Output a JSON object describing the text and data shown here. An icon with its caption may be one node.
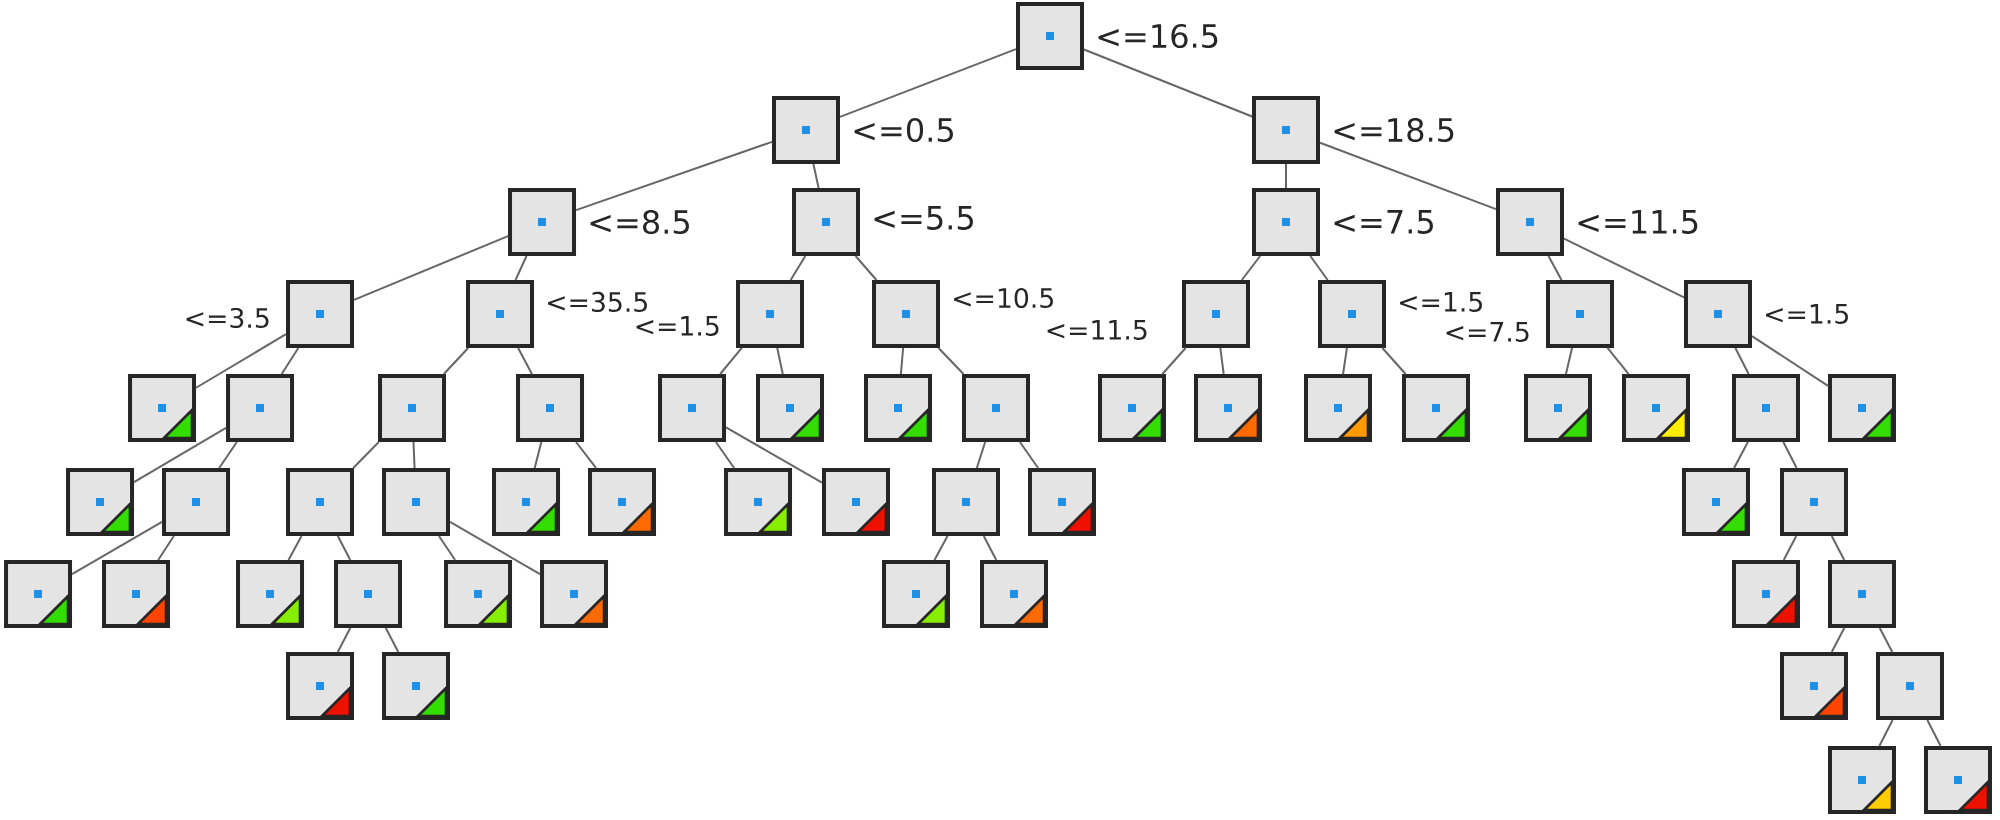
{
  "diagram": {
    "nodes": [
      {
        "text": [],
        "shape": "box",
        "beside": [
          "<=16.5"
        ]
      },
      {
        "text": [],
        "shape": "box",
        "beside": [
          "<=0.5"
        ]
      },
      {
        "text": [],
        "shape": "box",
        "beside": [
          "<=18.5"
        ]
      },
      {
        "text": [],
        "shape": "box",
        "beside": [
          "<=8.5"
        ]
      },
      {
        "text": [],
        "shape": "box",
        "beside": [
          "<=5.5"
        ]
      },
      {
        "text": [],
        "shape": "box",
        "beside": [
          "<=7.5"
        ]
      },
      {
        "text": [],
        "shape": "box",
        "beside": [
          "<=11.5"
        ]
      },
      {
        "text": [],
        "shape": "box",
        "beside": [
          "<=3.5"
        ]
      },
      {
        "text": [],
        "shape": "box",
        "beside": [
          "<=35.5"
        ]
      },
      {
        "text": [],
        "shape": "box",
        "beside": [
          "<=1.5"
        ]
      },
      {
        "text": [],
        "shape": "box",
        "beside": [
          "<=10.5"
        ]
      },
      {
        "text": [],
        "shape": "box",
        "beside": [
          "<=11.5"
        ]
      },
      {
        "text": [],
        "shape": "box",
        "beside": [
          "<=1.5"
        ]
      },
      {
        "text": [],
        "shape": "box",
        "beside": [
          "<=7.5"
        ]
      },
      {
        "text": [],
        "shape": "box",
        "beside": [
          "<=1.5"
        ]
      },
      {
        "text": [],
        "shape": "box"
      },
      {
        "text": [],
        "shape": "box"
      },
      {
        "text": [],
        "shape": "box"
      },
      {
        "text": [],
        "shape": "box"
      },
      {
        "text": [],
        "shape": "box"
      },
      {
        "text": [],
        "shape": "box"
      },
      {
        "text": [],
        "shape": "box"
      },
      {
        "text": [],
        "shape": "box"
      },
      {
        "text": [],
        "shape": "box"
      },
      {
        "text": [],
        "shape": "box"
      },
      {
        "text": [],
        "shape": "box"
      },
      {
        "text": [],
        "shape": "box"
      },
      {
        "text": [],
        "shape": "box"
      },
      {
        "text": [],
        "shape": "box"
      },
      {
        "text": [],
        "shape": "box"
      },
      {
        "text": [],
        "shape": "box"
      },
      {
        "text": [],
        "shape": "box"
      },
      {
        "text": [],
        "shape": "box"
      },
      {
        "text": [],
        "shape": "box"
      },
      {
        "text": [],
        "shape": "box"
      },
      {
        "text": [],
        "shape": "box"
      },
      {
        "text": [],
        "shape": "box"
      },
      {
        "text": [],
        "shape": "box"
      },
      {
        "text": [],
        "shape": "box"
      },
      {
        "text": [],
        "shape": "box"
      },
      {
        "text": [],
        "shape": "box"
      },
      {
        "text": [],
        "shape": "box"
      },
      {
        "text": [],
        "shape": "box"
      },
      {
        "text": [],
        "shape": "box"
      },
      {
        "text": [],
        "shape": "box"
      },
      {
        "text": [],
        "shape": "box"
      },
      {
        "text": [],
        "shape": "box"
      },
      {
        "text": [],
        "shape": "box"
      },
      {
        "text": [],
        "shape": "box"
      },
      {
        "text": [],
        "shape": "box"
      },
      {
        "text": [],
        "shape": "box"
      },
      {
        "text": [],
        "shape": "box"
      },
      {
        "text": [],
        "shape": "box"
      },
      {
        "text": [],
        "shape": "box"
      },
      {
        "text": [],
        "shape": "box"
      },
      {
        "text": [],
        "shape": "box"
      },
      {
        "text": [],
        "shape": "box"
      },
      {
        "text": [],
        "shape": "box"
      },
      {
        "text": [],
        "shape": "box"
      }
    ],
    "edges": [
      {
        "from": 0,
        "to": 1,
        "arrow": "none"
      },
      {
        "from": 0,
        "to": 2,
        "arrow": "none"
      },
      {
        "from": 1,
        "to": 3,
        "arrow": "none"
      },
      {
        "from": 1,
        "to": 4,
        "arrow": "none"
      },
      {
        "from": 2,
        "to": 5,
        "arrow": "none"
      },
      {
        "from": 2,
        "to": 6,
        "arrow": "none"
      },
      {
        "from": 3,
        "to": 7,
        "arrow": "none"
      },
      {
        "from": 3,
        "to": 8,
        "arrow": "none"
      },
      {
        "from": 4,
        "to": 9,
        "arrow": "none"
      },
      {
        "from": 4,
        "to": 10,
        "arrow": "none"
      },
      {
        "from": 5,
        "to": 11,
        "arrow": "none"
      },
      {
        "from": 5,
        "to": 12,
        "arrow": "none"
      },
      {
        "from": 6,
        "to": 13,
        "arrow": "none"
      },
      {
        "from": 6,
        "to": 14,
        "arrow": "none"
      },
      {
        "from": 7,
        "to": 15,
        "arrow": "none"
      },
      {
        "from": 7,
        "to": 16,
        "arrow": "none"
      },
      {
        "from": 8,
        "to": 17,
        "arrow": "none"
      },
      {
        "from": 8,
        "to": 18,
        "arrow": "none"
      },
      {
        "from": 9,
        "to": 19,
        "arrow": "none"
      },
      {
        "from": 9,
        "to": 20,
        "arrow": "none"
      },
      {
        "from": 10,
        "to": 21,
        "arrow": "none"
      },
      {
        "from": 10,
        "to": 22,
        "arrow": "none"
      },
      {
        "from": 11,
        "to": 23,
        "arrow": "none"
      },
      {
        "from": 11,
        "to": 24,
        "arrow": "none"
      },
      {
        "from": 12,
        "to": 25,
        "arrow": "none"
      },
      {
        "from": 12,
        "to": 26,
        "arrow": "none"
      },
      {
        "from": 13,
        "to": 27,
        "arrow": "none"
      },
      {
        "from": 13,
        "to": 28,
        "arrow": "none"
      },
      {
        "from": 14,
        "to": 29,
        "arrow": "none"
      },
      {
        "from": 14,
        "to": 30,
        "arrow": "none"
      },
      {
        "from": 16,
        "to": 31,
        "arrow": "none"
      },
      {
        "from": 16,
        "to": 32,
        "arrow": "none"
      },
      {
        "from": 17,
        "to": 33,
        "arrow": "none"
      },
      {
        "from": 17,
        "to": 34,
        "arrow": "none"
      },
      {
        "from": 18,
        "to": 35,
        "arrow": "none"
      },
      {
        "from": 18,
        "to": 36,
        "arrow": "none"
      },
      {
        "from": 19,
        "to": 37,
        "arrow": "none"
      },
      {
        "from": 19,
        "to": 38,
        "arrow": "none"
      },
      {
        "from": 22,
        "to": 39,
        "arrow": "none"
      },
      {
        "from": 22,
        "to": 40,
        "arrow": "none"
      },
      {
        "from": 29,
        "to": 41,
        "arrow": "none"
      },
      {
        "from": 29,
        "to": 42,
        "arrow": "none"
      },
      {
        "from": 32,
        "to": 43,
        "arrow": "none"
      },
      {
        "from": 32,
        "to": 44,
        "arrow": "none"
      },
      {
        "from": 33,
        "to": 45,
        "arrow": "none"
      },
      {
        "from": 33,
        "to": 46,
        "arrow": "none"
      },
      {
        "from": 34,
        "to": 47,
        "arrow": "none"
      },
      {
        "from": 34,
        "to": 48,
        "arrow": "none"
      },
      {
        "from": 39,
        "to": 49,
        "arrow": "none"
      },
      {
        "from": 39,
        "to": 50,
        "arrow": "none"
      },
      {
        "from": 42,
        "to": 51,
        "arrow": "none"
      },
      {
        "from": 42,
        "to": 52,
        "arrow": "none"
      },
      {
        "from": 46,
        "to": 53,
        "arrow": "none"
      },
      {
        "from": 46,
        "to": 54,
        "arrow": "none"
      },
      {
        "from": 52,
        "to": 55,
        "arrow": "none"
      },
      {
        "from": 52,
        "to": 56,
        "arrow": "none"
      },
      {
        "from": 56,
        "to": 57,
        "arrow": "none"
      },
      {
        "from": 56,
        "to": 58,
        "arrow": "none"
      }
    ]
  }
}
